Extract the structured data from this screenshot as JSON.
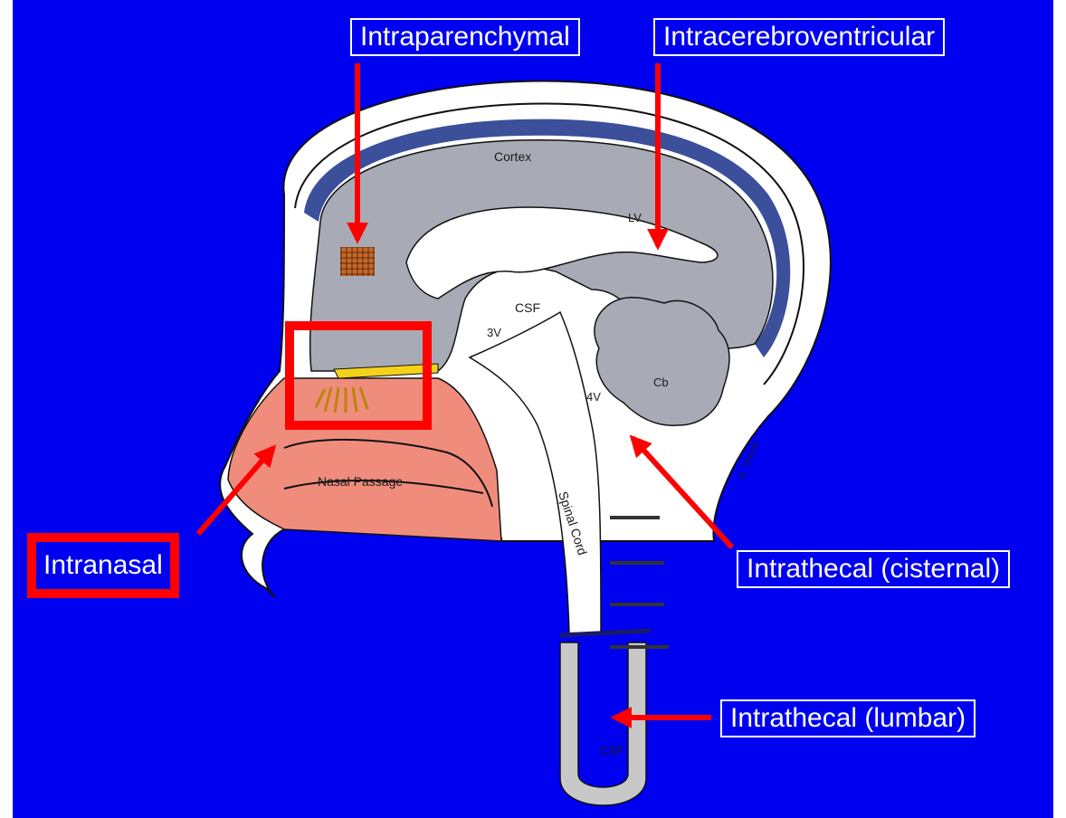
{
  "colors": {
    "background": "#0000f0",
    "arrow": "#ff0000",
    "brain": "#a8abb6",
    "csf_space": "#3b4f9a",
    "nasal": "#f08c7c",
    "nerve": "#f5d21a",
    "callout_text": "#ffffff"
  },
  "callouts": {
    "intraparenchymal": "Intraparenchymal",
    "intracerebroventricular": "Intracerebroventricular",
    "intranasal": "Intranasal",
    "intrathecal_cisternal": "Intrathecal (cisternal)",
    "intrathecal_lumbar": "Intrathecal (lumbar)"
  },
  "labels": {
    "cortex": "Cortex",
    "lv": "LV",
    "csf_upper": "CSF",
    "third_ventricle": "3V",
    "fourth_ventricle": "4V",
    "cerebellum": "Cb",
    "nasal_passage": "Nasal Passage",
    "spinal_cord": "Spinal Cord",
    "csf_lower": "CSF",
    "credit": "R. Thorne"
  },
  "highlighted_route": "Intranasal"
}
